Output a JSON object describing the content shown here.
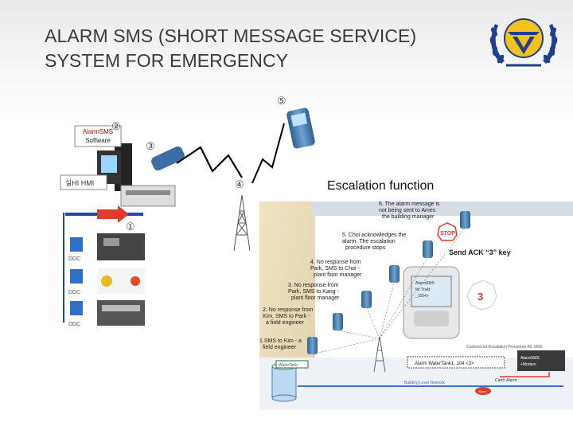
{
  "slide": {
    "title_line1": "ALARM SMS (SHORT MESSAGE SERVICE)",
    "title_line2": "SYSTEM FOR EMERGENCY",
    "escalation_label": "Escalation function"
  },
  "left_diagram": {
    "software_label": "AlarmSMS\nSoftware",
    "software_line1": "AlarmSMS",
    "software_line2": "Software",
    "hmi_label": "실HI  HMI",
    "ddc_labels": [
      "DDC",
      "DDC",
      "DDC"
    ],
    "step_markers": [
      "①",
      "②",
      "③",
      "④",
      "⑤"
    ]
  },
  "escalation": {
    "steps": [
      {
        "line1": "6. The alarm message is",
        "line2": "not being sent to Ames",
        "line3": "the building manager"
      },
      {
        "line1": "5. Choi acknowledges the",
        "line2": "alarm. The escalation",
        "line3": "procedure stops"
      },
      {
        "line1": "4. No response from",
        "line2": "Park, SMS to Choi -",
        "line3": "plant floor manager"
      },
      {
        "line1": "3. No response from",
        "line2": "Park, SMS to Kang -",
        "line3": "plant floor manager"
      },
      {
        "line1": "2. No response from",
        "line2": "Kim, SMS to Park -",
        "line3": "a field engineer"
      },
      {
        "line1": "1.SMS to Kim - a",
        "line2": "field engineer",
        "line3": ""
      }
    ],
    "stop_sign": "STOP",
    "send_ack": "Send ACK “3” key",
    "ack_number": "3",
    "phone_screen": [
      "AlarmSMS",
      "for Trakt",
      "_1054>"
    ],
    "procedure_caption": "Customized Escalation Procedure AS SMS",
    "alarm_msg": "Alarm WaterTank1, 104 <3>",
    "water_tank": "WaterTank",
    "alarmsms_box": [
      "AlarmSMS",
      "+Modem"
    ],
    "catch_alarm": "Catch Alarm",
    "network": "Building Level Network",
    "alarm_button": "Alarm"
  },
  "colors": {
    "title": "#3a3a3a",
    "accent_red": "#d9352b",
    "phone_blue": "#4a87b8",
    "ddc_blue": "#2f6fc4"
  }
}
